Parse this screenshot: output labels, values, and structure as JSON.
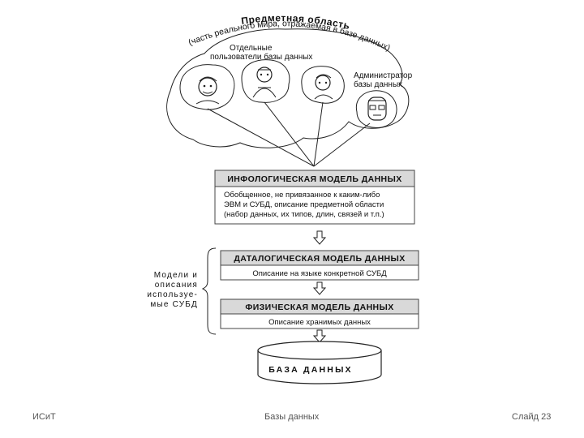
{
  "cloud": {
    "title": "Предметная область",
    "subtitle": "(часть реального мира, отражаемая в базе данных)",
    "users_label_line1": "Отдельные",
    "users_label_line2": "пользователи базы данных",
    "admin_label_line1": "Администратор",
    "admin_label_line2": "базы данных"
  },
  "infological": {
    "title": "ИНФОЛОГИЧЕСКАЯ МОДЕЛЬ ДАННЫХ",
    "line1": "Обобщенное, не привязанное к каким-либо",
    "line2": "ЭВМ и СУБД, описание предметной области",
    "line3": "(набор данных, их типов, длин, связей и т.п.)"
  },
  "datalogical": {
    "title": "ДАТАЛОГИЧЕСКАЯ МОДЕЛЬ ДАННЫХ",
    "desc": "Описание на языке конкретной СУБД"
  },
  "physical": {
    "title": "ФИЗИЧЕСКАЯ МОДЕЛЬ ДАННЫХ",
    "desc": "Описание хранимых данных"
  },
  "side_label": {
    "line1": "Модели и",
    "line2": "описания",
    "line3": "используе-",
    "line4": "мые СУБД"
  },
  "database": {
    "label": "БАЗА ДАННЫХ"
  },
  "footer": {
    "left": "ИСиТ",
    "center": "Базы данных",
    "right": "Слайд 23"
  }
}
